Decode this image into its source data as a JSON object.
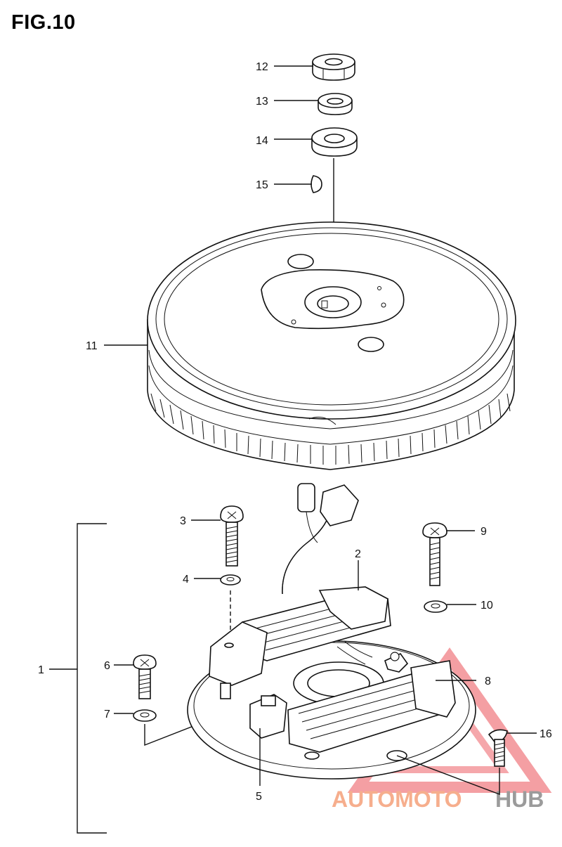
{
  "figure": {
    "title": "FIG.10"
  },
  "callouts": {
    "c1": "1",
    "c2": "2",
    "c3": "3",
    "c4": "4",
    "c5": "5",
    "c6": "6",
    "c7": "7",
    "c8": "8",
    "c9": "9",
    "c10": "10",
    "c11": "11",
    "c12": "12",
    "c13": "13",
    "c14": "14",
    "c15": "15",
    "c16": "16"
  },
  "watermark": {
    "text_left": "AUTOMOTO",
    "text_right": "HUB",
    "color_left": "#f5a07a",
    "color_right": "#8a8a8a",
    "triangle_color": "#e8323a"
  }
}
